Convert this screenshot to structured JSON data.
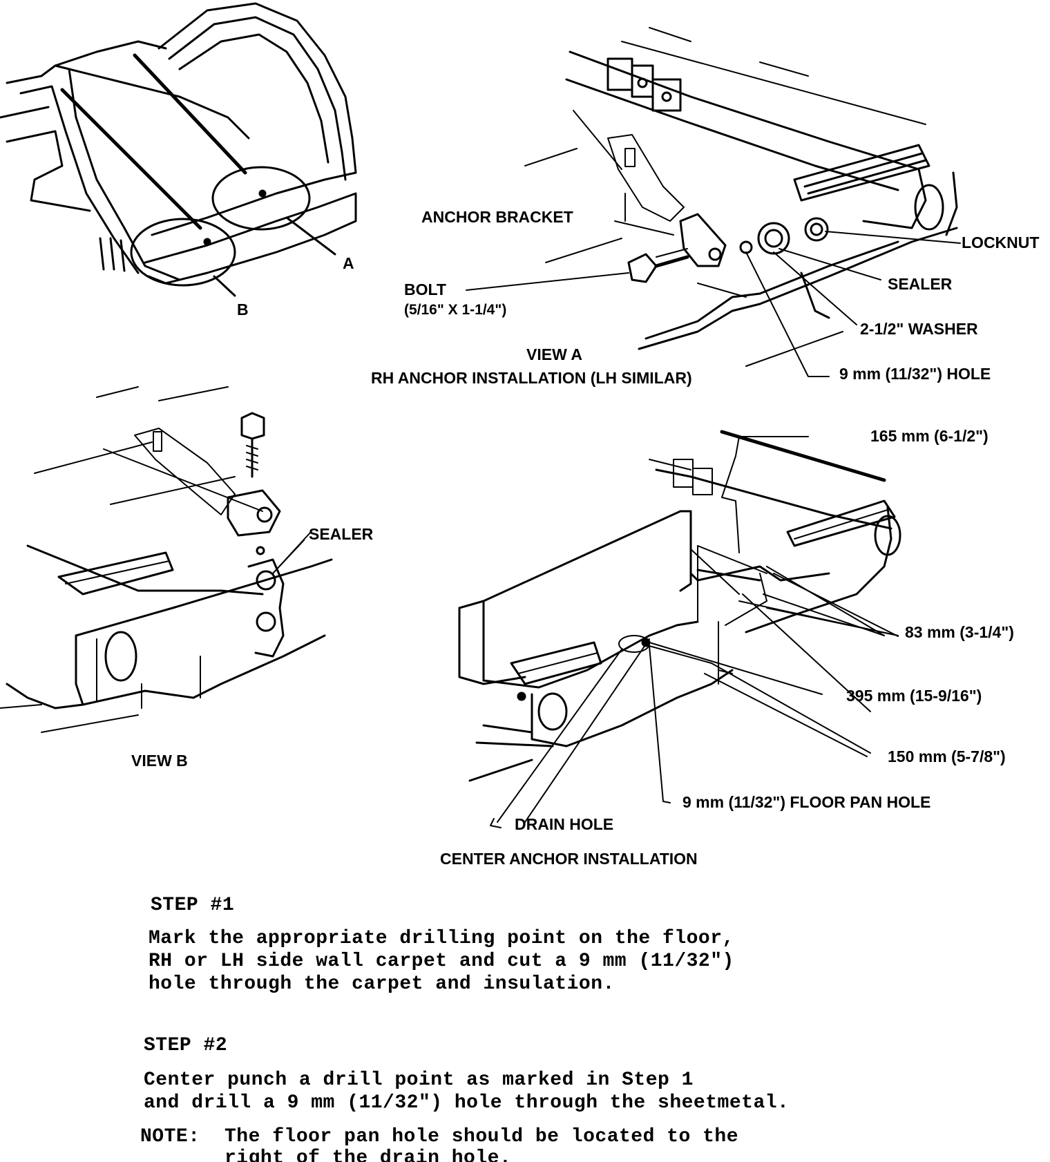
{
  "labels": {
    "a": "A",
    "b": "B",
    "anchor_bracket": "ANCHOR BRACKET",
    "locknut": "LOCKNUT",
    "bolt": "BOLT",
    "bolt_size": "(5/16\" X 1-1/4\")",
    "sealer_a": "SEALER",
    "washer": "2-1/2\" WASHER",
    "view_a": "VIEW A",
    "rh_anchor": "RH ANCHOR INSTALLATION (LH SIMILAR)",
    "hole_a": "9 mm (11/32\") HOLE",
    "dim_165": "165 mm (6-1/2\")",
    "sealer_b": "SEALER",
    "dim_83": "83 mm (3-1/4\")",
    "dim_395": "395 mm (15-9/16\")",
    "view_b": "VIEW B",
    "dim_150": "150 mm (5-7/8\")",
    "floor_pan_hole": "9 mm (11/32\") FLOOR PAN HOLE",
    "drain_hole": "DRAIN HOLE",
    "center_anchor": "CENTER ANCHOR INSTALLATION"
  },
  "steps": {
    "step1_title": "STEP #1",
    "step1_line1": "Mark the appropriate drilling point on the floor,",
    "step1_line2": "RH or LH side wall carpet and cut a 9 mm (11/32\")",
    "step1_line3": "hole through the carpet and insulation.",
    "step2_title": "STEP #2",
    "step2_line1": "Center punch a drill point as marked in Step 1",
    "step2_line2": "and drill a 9 mm (11/32\") hole through the sheetmetal.",
    "note_label": "NOTE:",
    "note_line1": "The floor pan hole should be located to the",
    "note_line2": "right of the drain hole."
  }
}
